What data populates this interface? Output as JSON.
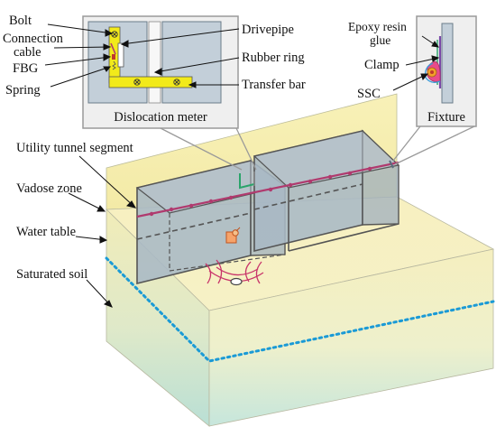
{
  "labels": {
    "bolt": "Bolt",
    "connection_cable_line1": "Connection",
    "connection_cable_line2": "cable",
    "fbg": "FBG",
    "spring": "Spring",
    "drivepipe": "Drivepipe",
    "rubber_ring": "Rubber ring",
    "transfer_bar": "Transfer bar",
    "dislocation_meter": "Dislocation meter",
    "epoxy_line1": "Epoxy resin",
    "epoxy_line2": "glue",
    "clamp": "Clamp",
    "ssc": "SSC",
    "fixture": "Fixture",
    "utility_tunnel_segment": "Utility tunnel segment",
    "vadose_zone": "Vadose zone",
    "water_table": "Water table",
    "saturated_soil": "Saturated soil"
  },
  "colors": {
    "vadose_soil": "#f4eeb0",
    "saturated_soil": "#cfe8da",
    "water_table_line": "#1a9ad6",
    "tunnel_segment": "#a9b8c5",
    "sensing_cable": "#b03a6e",
    "transfer_bar": "#f2ea1a",
    "inset_panel": "#c3cfd9",
    "inset_frame_bg": "#efefef"
  }
}
